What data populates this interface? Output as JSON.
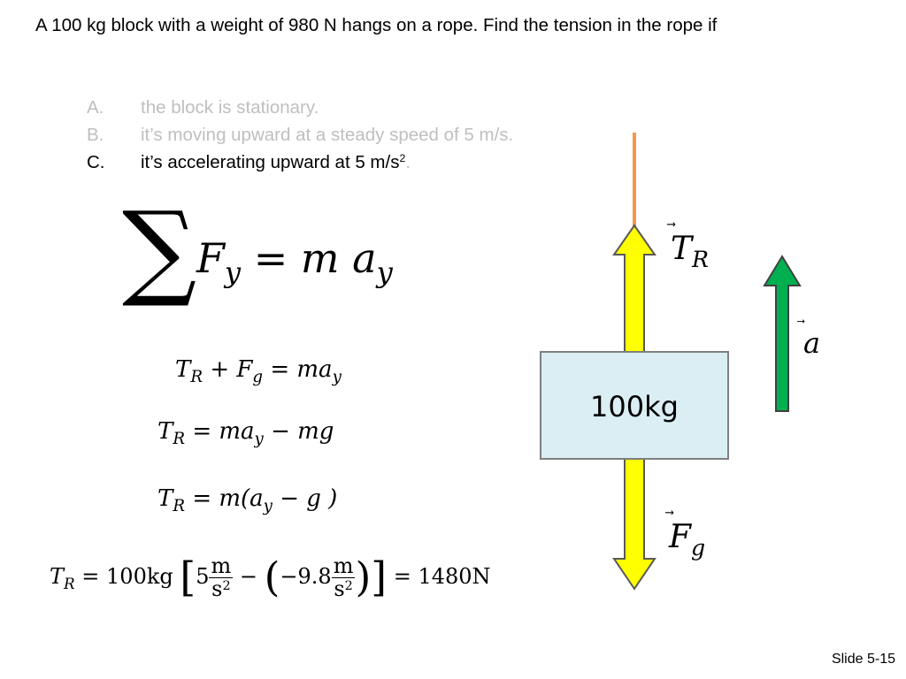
{
  "problem": {
    "statement": "A 100 kg block with a weight of 980 N hangs on a rope. Find the tension in the rope if",
    "options": [
      {
        "letter": "A.",
        "text": "the block is stationary."
      },
      {
        "letter": "B.",
        "text": "it’s moving upward at a steady speed of 5 m/s."
      },
      {
        "letter": "C.",
        "text": "it’s accelerating upward at 5 m/s",
        "superscript": "2",
        "trail": "."
      }
    ]
  },
  "equations": {
    "newton_sum": "∑",
    "line1": {
      "lhs": "T",
      "lhs_sub": "R",
      "plus": "+",
      "f": "F",
      "f_sub": "g",
      "rhs": "= ma",
      "rhs_sub": "y"
    },
    "line2": {
      "lhs": "T",
      "lhs_sub": "R",
      "rhs": "= ma",
      "rhs_sub": "y",
      "tail": "− mg"
    },
    "line3": {
      "lhs": "T",
      "lhs_sub": "R",
      "rhs": "= m(a",
      "rhs_sub": "y",
      "tail": "− g )"
    },
    "line4": {
      "lhs": "T",
      "lhs_sub": "R",
      "eq": "= 100kg",
      "num1": "5",
      "unit_num": "m",
      "unit_den": "s",
      "unit_den_sup": "2",
      "minus": "−",
      "num2": "−9.8",
      "result": "= 1480N"
    }
  },
  "diagram": {
    "block_label": "100kg",
    "tension_label": "T",
    "tension_sub": "R",
    "gravity_label": "F",
    "gravity_sub": "g",
    "accel_label": "a"
  },
  "colors": {
    "rope": "#f79646",
    "force_arrow_fill": "#ffff00",
    "force_arrow_stroke": "#595959",
    "accel_arrow_fill": "#00b050",
    "accel_arrow_stroke": "#404040",
    "block_fill": "#dbeef4"
  },
  "footer": {
    "slide_number": "Slide 5-15"
  }
}
